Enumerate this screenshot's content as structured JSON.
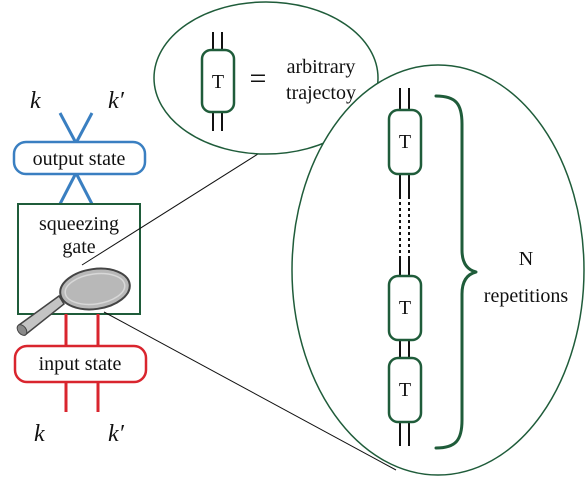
{
  "labels": {
    "k_top_left": "k",
    "k_top_right": "k′",
    "k_bottom_left": "k",
    "k_bottom_right": "k′",
    "output_state": "output state",
    "squeezing_gate_line1": "squeezing",
    "squeezing_gate_line2": "gate",
    "input_state": "input state",
    "T_symbol": "T",
    "equals": "=",
    "arbitrary": "arbitrary",
    "trajectory": "trajectoy",
    "N": "N",
    "repetitions": "repetitions"
  },
  "colors": {
    "blue": "#3a7fc1",
    "red": "#d9252e",
    "green": "#1f5c3a",
    "magnifier_gray": "#b8b8b8",
    "ink": "#111111"
  }
}
